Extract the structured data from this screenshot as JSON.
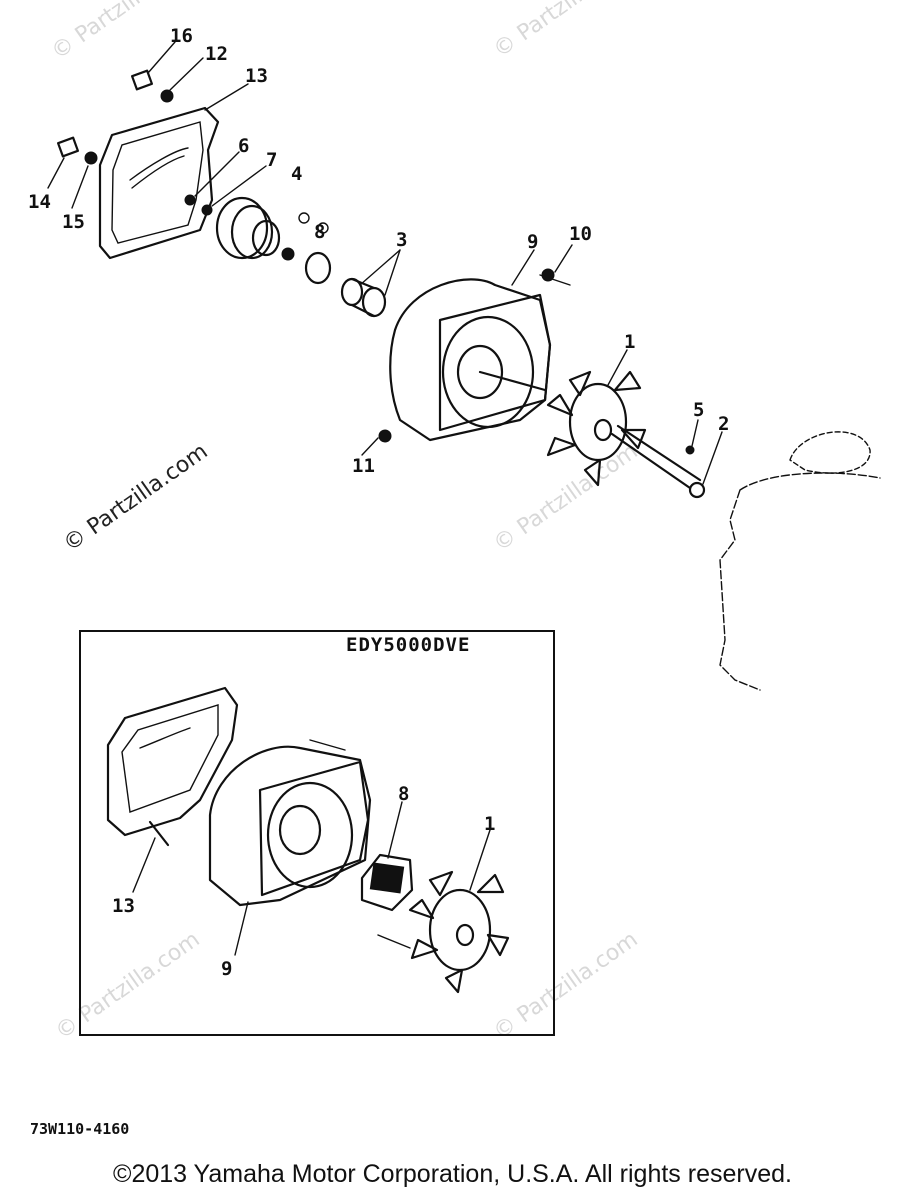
{
  "callouts_main": [
    "16",
    "12",
    "13",
    "6",
    "7",
    "4",
    "14",
    "15",
    "8",
    "3",
    "9",
    "10",
    "1",
    "5",
    "2",
    "11"
  ],
  "callouts_inset": [
    "8",
    "1",
    "13",
    "9"
  ],
  "inset_label": "EDY5000DVE",
  "drawing_code": "73W110-4160",
  "copyright": "©2013 Yamaha Motor Corporation, U.S.A. All rights reserved.",
  "watermark": "© Partzilla.com",
  "colors": {
    "ink": "#111111",
    "watermark": "#d8d8d8",
    "background": "#ffffff"
  }
}
